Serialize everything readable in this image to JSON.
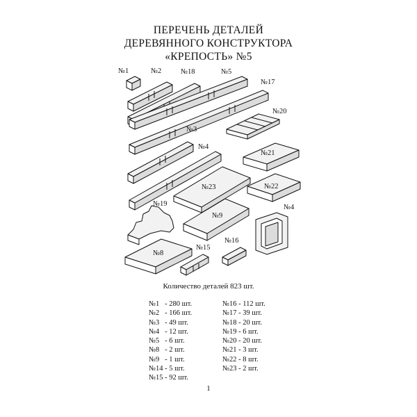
{
  "title": {
    "line1": "ПЕРЕЧЕНЬ ДЕТАЛЕЙ",
    "line2": "ДЕРЕВЯННОГО КОНСТРУКТОРА",
    "line3": "«КРЕПОСТЬ» №5"
  },
  "part_labels": {
    "p1": "№1",
    "p2": "№2",
    "p18": "№18",
    "p5": "№5",
    "p17": "№17",
    "p20": "№20",
    "p3": "№3",
    "p4a": "№4",
    "p21": "№21",
    "p23": "№23",
    "p22": "№22",
    "p19": "№19",
    "p9": "№9",
    "p4b": "№4",
    "p8": "№8",
    "p15": "№15",
    "p16": "№16"
  },
  "total": "Количество деталей 823 шт.",
  "list_left": [
    "№1   - 280 шт.",
    "№2   - 166 шт.",
    "№3   - 49 шт.",
    "№4   - 12 шт.",
    "№5   - 6 шт.",
    "№8   - 2 шт.",
    "№9   - 1 шт.",
    "№14 - 5 шт.",
    "№15 - 92 шт."
  ],
  "list_right": [
    "№16 - 112 шт.",
    "№17 - 39 шт.",
    "№18 - 20 шт.",
    "№19 - 6 шт.",
    "№20 - 20 шт.",
    "№21 - 3 шт.",
    "№22 - 8 шт.",
    "№23 - 2 шт."
  ],
  "page_number": "1"
}
